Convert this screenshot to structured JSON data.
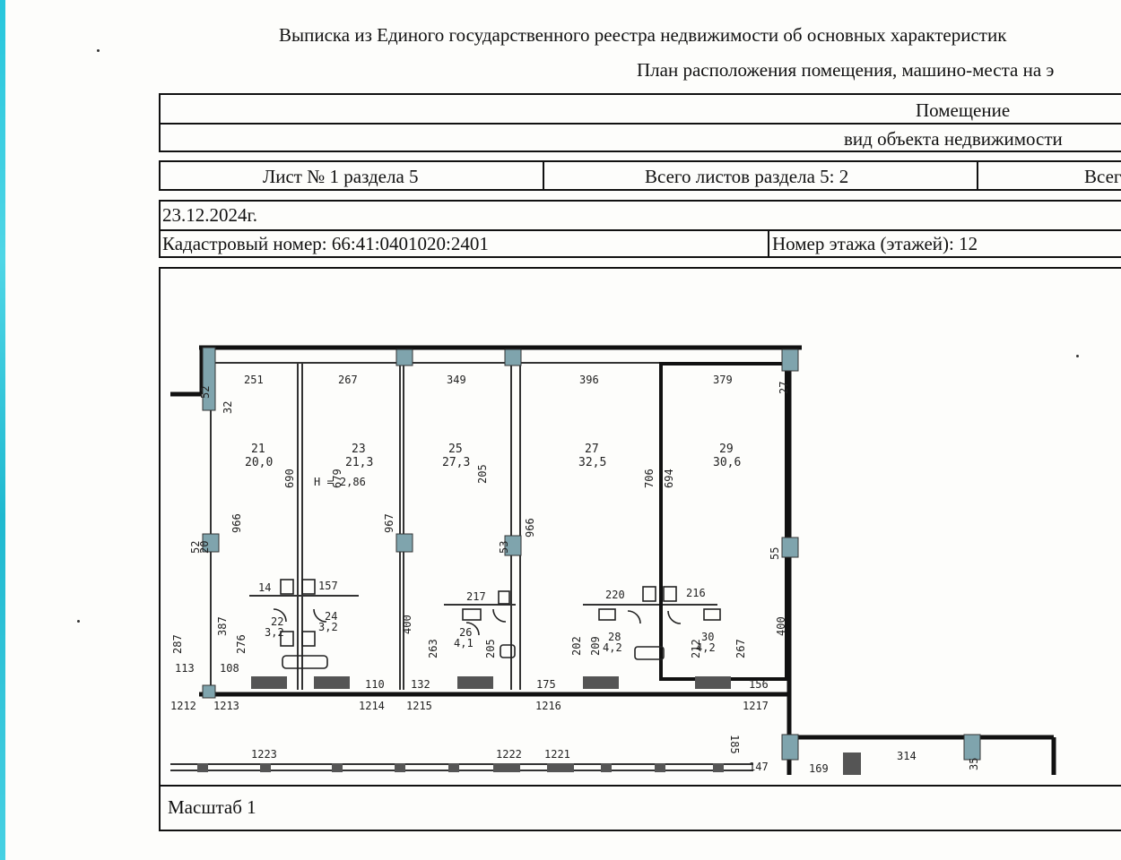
{
  "document": {
    "title": "Выписка из Единого государственного реестра недвижимости об основных характеристик",
    "subtitle": "План расположения помещения, машино-места на э"
  },
  "object": {
    "name": "Помещение",
    "type_label": "вид объекта недвижимости"
  },
  "sheet": {
    "sheet_no": "Лист № 1 раздела 5",
    "total_section": "Всего листов раздела 5: 2",
    "total_all": "Всег"
  },
  "record": {
    "date": "23.12.2024г.",
    "cadastral": "Кадастровый номер: 66:41:0401020:2401",
    "floor": "Номер этажа (этажей): 12"
  },
  "plan": {
    "rooms": [
      {
        "no": "21",
        "area": "20,0"
      },
      {
        "no": "23",
        "area": "21,3"
      },
      {
        "no": "25",
        "area": "27,3"
      },
      {
        "no": "27",
        "area": "32,5"
      },
      {
        "no": "29",
        "area": "30,6"
      },
      {
        "no": "22",
        "area": "3,2"
      },
      {
        "no": "24",
        "area": "3,2"
      },
      {
        "no": "26",
        "area": "4,1"
      },
      {
        "no": "28",
        "area": "4,2"
      },
      {
        "no": "30",
        "area": "4,2"
      }
    ],
    "height_note": "H = 2,86",
    "top_dims": [
      "251",
      "267",
      "349",
      "396",
      "379"
    ],
    "bottom_labels": [
      "1212",
      "1213",
      "1214",
      "1215",
      "1216",
      "1217",
      "1223",
      "1222",
      "1221"
    ],
    "misc_dims": [
      "113",
      "108",
      "110",
      "132",
      "175",
      "156",
      "147",
      "169",
      "314",
      "220",
      "216",
      "217",
      "157",
      "14",
      "185",
      "287",
      "387",
      "276",
      "966",
      "679",
      "690",
      "967",
      "205",
      "966",
      "706",
      "694",
      "400",
      "263",
      "205",
      "202",
      "209",
      "212",
      "267",
      "400",
      "52",
      "53",
      "55",
      "20",
      "27",
      "52",
      "32",
      "35"
    ]
  },
  "footer": {
    "scale": "Масштаб 1"
  },
  "colors": {
    "wall": "#111111",
    "column": "#7fa4ad",
    "scan_edge": "#27c6dc"
  }
}
